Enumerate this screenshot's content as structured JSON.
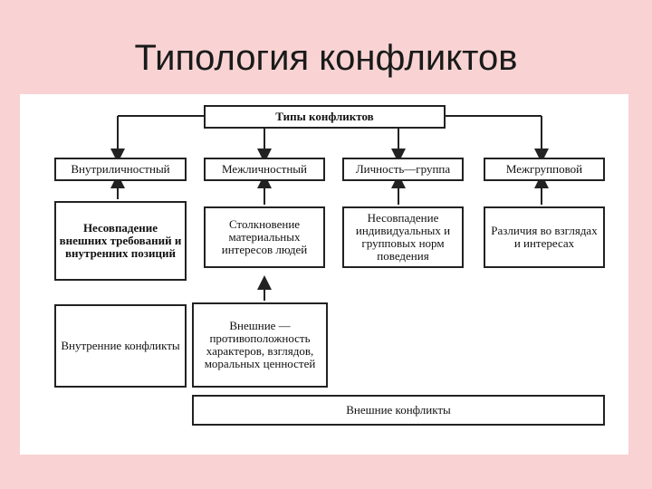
{
  "title": "Типология конфликтов",
  "diagram": {
    "root": "Типы конфликтов",
    "types": [
      "Внутриличностный",
      "Межличностный",
      "Личность—группа",
      "Межгрупповой"
    ],
    "causes": [
      "Несовпадение внешних требований и внутренних позиций",
      "Столкновение материальных интересов людей",
      "Несовпадение индивидуальных и групповых норм поведения",
      "Различия во взглядах и интересах"
    ],
    "internal": "Внутренние конфликты",
    "external_cause": "Внешние — противоположность характеров, взглядов, моральных ценностей",
    "external": "Внешние конфликты"
  }
}
